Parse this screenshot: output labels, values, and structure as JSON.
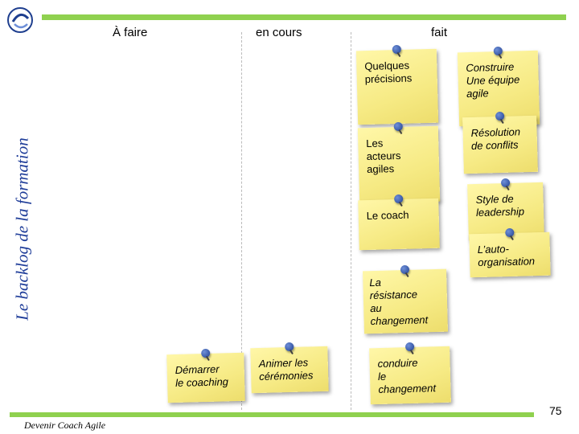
{
  "header": {
    "col_todo": "À faire",
    "col_doing": "en cours",
    "col_done": "fait"
  },
  "title": "Le backlog de la formation",
  "footer": "Devenir Coach Agile",
  "page_number": "75",
  "colors": {
    "accent_bar": "#8fd14f",
    "title": "#1f3d99",
    "note": "#f6ea84",
    "pin": "#1f3f8f"
  },
  "notes": [
    {
      "id": "quelques-precisions",
      "text": "Quelques\nprécisions",
      "italic": false
    },
    {
      "id": "construire-equipe",
      "text": "Construire\nUne équipe\nagile",
      "italic": true
    },
    {
      "id": "acteurs-agiles",
      "text": "Les\nacteurs\nagiles",
      "italic": false
    },
    {
      "id": "resolution-conflits",
      "text": "Résolution\nde conflits",
      "italic": true
    },
    {
      "id": "le-coach",
      "text": "Le coach",
      "italic": false
    },
    {
      "id": "style-leadership",
      "text": "Style de\nleadership",
      "italic": true
    },
    {
      "id": "auto-organisation",
      "text": "L’auto-\norganisation",
      "italic": true
    },
    {
      "id": "resistance-changement",
      "text": "La\nrésistance\nau\nchangement",
      "italic": true
    },
    {
      "id": "demarrer-coaching",
      "text": "Démarrer\nle coaching",
      "italic": true
    },
    {
      "id": "animer-ceremonies",
      "text": "Animer les\ncérémonies",
      "italic": true
    },
    {
      "id": "conduire-changement",
      "text": "conduire\nle\nchangement",
      "italic": true
    }
  ]
}
